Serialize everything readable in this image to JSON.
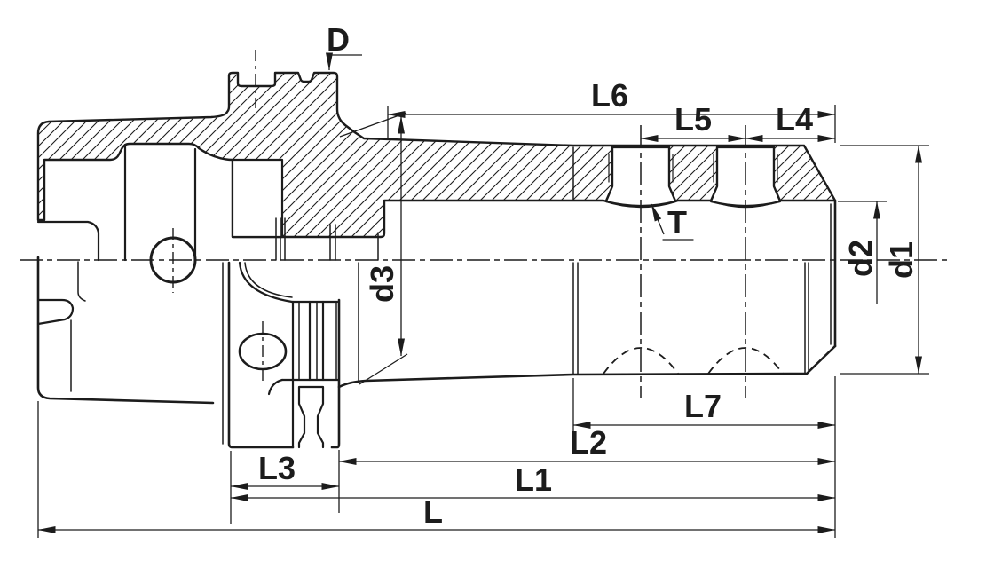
{
  "drawing": {
    "kind": "technical-dimension-drawing",
    "subject_visible": "tool holder half-section",
    "colors": {
      "line": "#1c1c1c",
      "background": "#ffffff"
    },
    "dimension_labels": {
      "D": "D",
      "L6": "L6",
      "L5": "L5",
      "L4": "L4",
      "T": "T",
      "d3": "d3",
      "d2": "d2",
      "d1": "d1",
      "L7": "L7",
      "L2": "L2",
      "L3": "L3",
      "L1": "L1",
      "L": "L"
    }
  }
}
